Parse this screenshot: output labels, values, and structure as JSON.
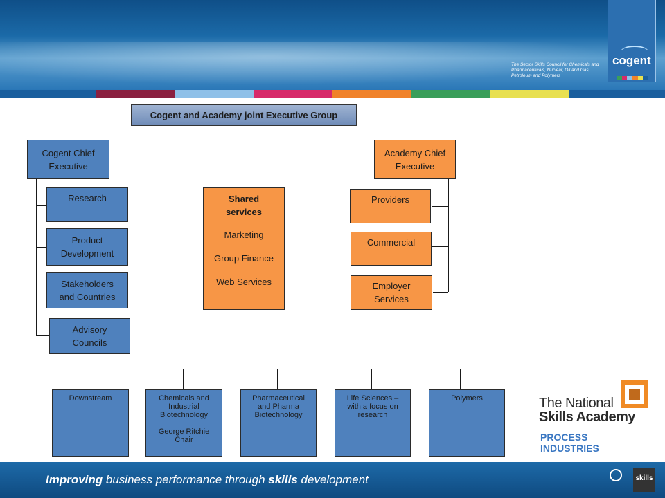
{
  "header": {
    "tagline": "The Sector Skills Council for Chemicals and Pharmaceuticals, Nuclear, Oil and Gas, Petroleum and Polymers",
    "logo": "cogent"
  },
  "colorbar": [
    "#1a5f9e",
    "#8a2040",
    "#8ec0e8",
    "#d72a6a",
    "#f0822a",
    "#3a9e5a",
    "#e8e050",
    "#1a5f9e"
  ],
  "diagram": {
    "title": "Cogent and Academy joint Executive Group",
    "cogent_chief": {
      "line1": "Cogent Chief",
      "line2": "Executive"
    },
    "cogent_units": [
      {
        "line1": "Research",
        "line2": ""
      },
      {
        "line1": "Product",
        "line2": "Development"
      },
      {
        "line1": "Stakeholders",
        "line2": "and Countries"
      },
      {
        "line1": "Advisory",
        "line2": "Councils"
      }
    ],
    "shared": {
      "heading1": "Shared",
      "heading2": "services",
      "services": [
        "Marketing",
        "Group Finance",
        "Web Services"
      ]
    },
    "academy_chief": {
      "line1": "Academy Chief",
      "line2": "Executive"
    },
    "academy_units": [
      {
        "line1": "Providers",
        "line2": ""
      },
      {
        "line1": "Commercial",
        "line2": ""
      },
      {
        "line1": "Employer",
        "line2": "Services"
      }
    ],
    "councils": [
      {
        "lines": [
          "Downstream"
        ]
      },
      {
        "lines": [
          "Chemicals and",
          "Industrial",
          "Biotechnology",
          "",
          "George Ritchie",
          "Chair"
        ]
      },
      {
        "lines": [
          "Pharmaceutical",
          "and Pharma",
          "Biotechnology"
        ]
      },
      {
        "lines": [
          "Life Sciences –",
          "with a focus on",
          "research"
        ]
      },
      {
        "lines": [
          "Polymers"
        ]
      }
    ]
  },
  "nsa_logo": {
    "line1": "The National",
    "line2": "Skills Academy",
    "line3": "PROCESS",
    "line4": "INDUSTRIES"
  },
  "footer": {
    "text_part1": "Improving",
    "text_part2": " business performance through ",
    "text_part3": "skills",
    "text_part4": " development",
    "badge2": "skills"
  }
}
